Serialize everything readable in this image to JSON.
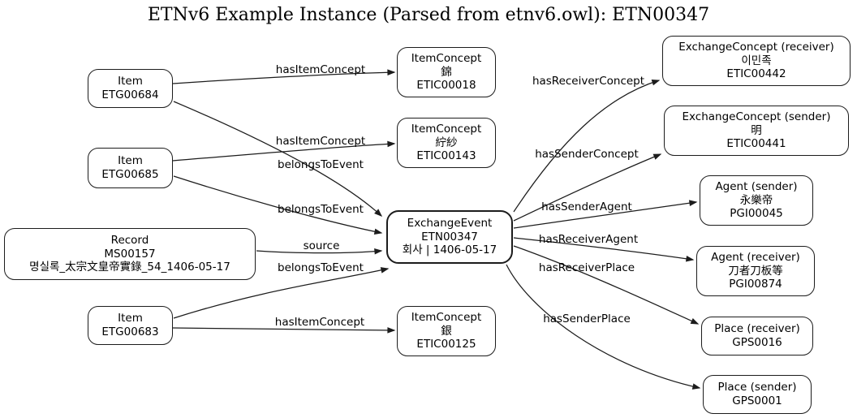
{
  "title": "ETNv6 Example Instance (Parsed from etnv6.owl): ETN00347",
  "colors": {
    "background": "#ffffff",
    "node_border": "#1c1c1c",
    "edge_line": "#1c1c1c",
    "text": "#000000"
  },
  "nodes": {
    "item_etg00684": {
      "lines": [
        "Item",
        "ETG00684"
      ]
    },
    "item_etg00685": {
      "lines": [
        "Item",
        "ETG00685"
      ]
    },
    "record_ms00157": {
      "lines": [
        "Record",
        "MS00157",
        "명실록_太宗文皇帝實錄_54_1406-05-17"
      ]
    },
    "item_etg00683": {
      "lines": [
        "Item",
        "ETG00683"
      ]
    },
    "itemconcept_etic00018": {
      "lines": [
        "ItemConcept",
        "錦",
        "ETIC00018"
      ]
    },
    "itemconcept_etic00143": {
      "lines": [
        "ItemConcept",
        "紵紗",
        "ETIC00143"
      ]
    },
    "exchangeevent_etn00347": {
      "lines": [
        "ExchangeEvent",
        "ETN00347",
        "회사 | 1406-05-17"
      ]
    },
    "itemconcept_etic00125": {
      "lines": [
        "ItemConcept",
        "銀",
        "ETIC00125"
      ]
    },
    "exchangeconcept_receiver": {
      "lines": [
        "ExchangeConcept (receiver)",
        "이민족",
        "ETIC00442"
      ]
    },
    "exchangeconcept_sender": {
      "lines": [
        "ExchangeConcept (sender)",
        "明",
        "ETIC00441"
      ]
    },
    "agent_sender": {
      "lines": [
        "Agent (sender)",
        "永樂帝",
        "PGI00045"
      ]
    },
    "agent_receiver": {
      "lines": [
        "Agent (receiver)",
        "刀者刀板等",
        "PGI00874"
      ]
    },
    "place_receiver": {
      "lines": [
        "Place (receiver)",
        "GPS0016"
      ]
    },
    "place_sender": {
      "lines": [
        "Place (sender)",
        "GPS0001"
      ]
    }
  },
  "edges": [
    {
      "from": "Item ETG00684",
      "label": "hasItemConcept",
      "to": "ItemConcept ETIC00018"
    },
    {
      "from": "Item ETG00685",
      "label": "hasItemConcept",
      "to": "ItemConcept ETIC00143"
    },
    {
      "from": "Item ETG00684",
      "label": "belongsToEvent",
      "to": "ExchangeEvent ETN00347"
    },
    {
      "from": "Item ETG00685",
      "label": "belongsToEvent",
      "to": "ExchangeEvent ETN00347"
    },
    {
      "from": "Record MS00157",
      "label": "source",
      "to": "ExchangeEvent ETN00347"
    },
    {
      "from": "Item ETG00683",
      "label": "belongsToEvent",
      "to": "ExchangeEvent ETN00347"
    },
    {
      "from": "Item ETG00683",
      "label": "hasItemConcept",
      "to": "ItemConcept ETIC00125"
    },
    {
      "from": "ExchangeEvent ETN00347",
      "label": "hasReceiverConcept",
      "to": "ExchangeConcept ETIC00442"
    },
    {
      "from": "ExchangeEvent ETN00347",
      "label": "hasSenderConcept",
      "to": "ExchangeConcept ETIC00441"
    },
    {
      "from": "ExchangeEvent ETN00347",
      "label": "hasSenderAgent",
      "to": "Agent PGI00045"
    },
    {
      "from": "ExchangeEvent ETN00347",
      "label": "hasReceiverAgent",
      "to": "Agent PGI00874"
    },
    {
      "from": "ExchangeEvent ETN00347",
      "label": "hasReceiverPlace",
      "to": "Place GPS0016"
    },
    {
      "from": "ExchangeEvent ETN00347",
      "label": "hasSenderPlace",
      "to": "Place GPS0001"
    }
  ]
}
